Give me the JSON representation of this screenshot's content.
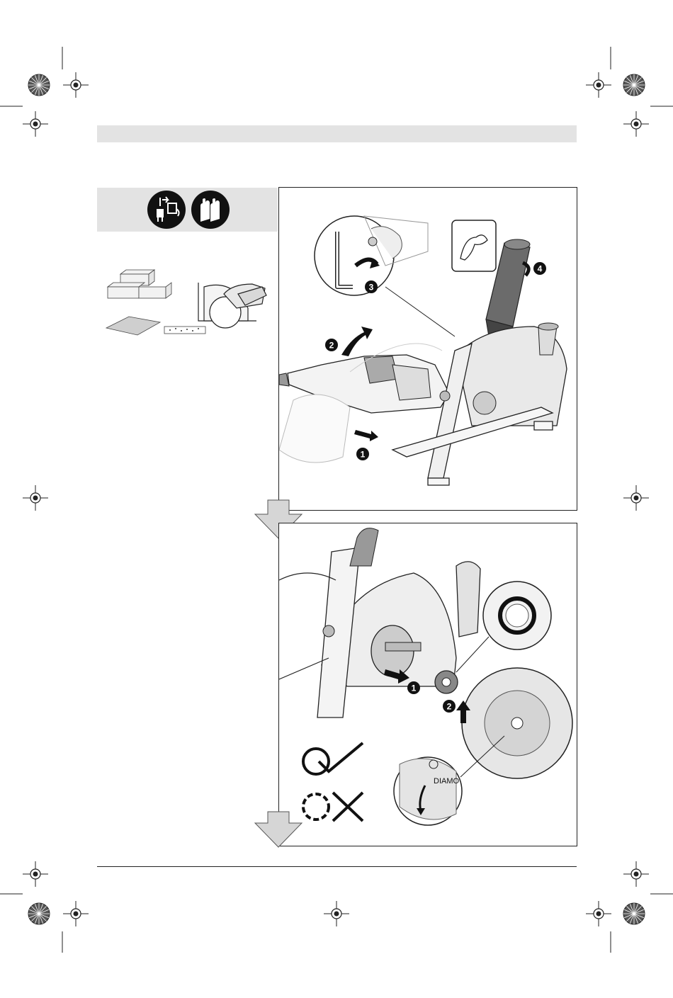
{
  "page": {
    "background": "#ffffff",
    "panel_gray": "#e3e3e3",
    "ink": "#222222"
  },
  "prep_icons": [
    {
      "name": "unplug-icon"
    },
    {
      "name": "gloves-icon"
    }
  ],
  "step1": {
    "badges": [
      "1",
      "2",
      "3",
      "4"
    ]
  },
  "step2": {
    "badges": [
      "1",
      "2"
    ],
    "blade_label": "DIAMO",
    "correct_rotation": "checkmark-icon",
    "wrong_rotation": "cross-icon"
  }
}
